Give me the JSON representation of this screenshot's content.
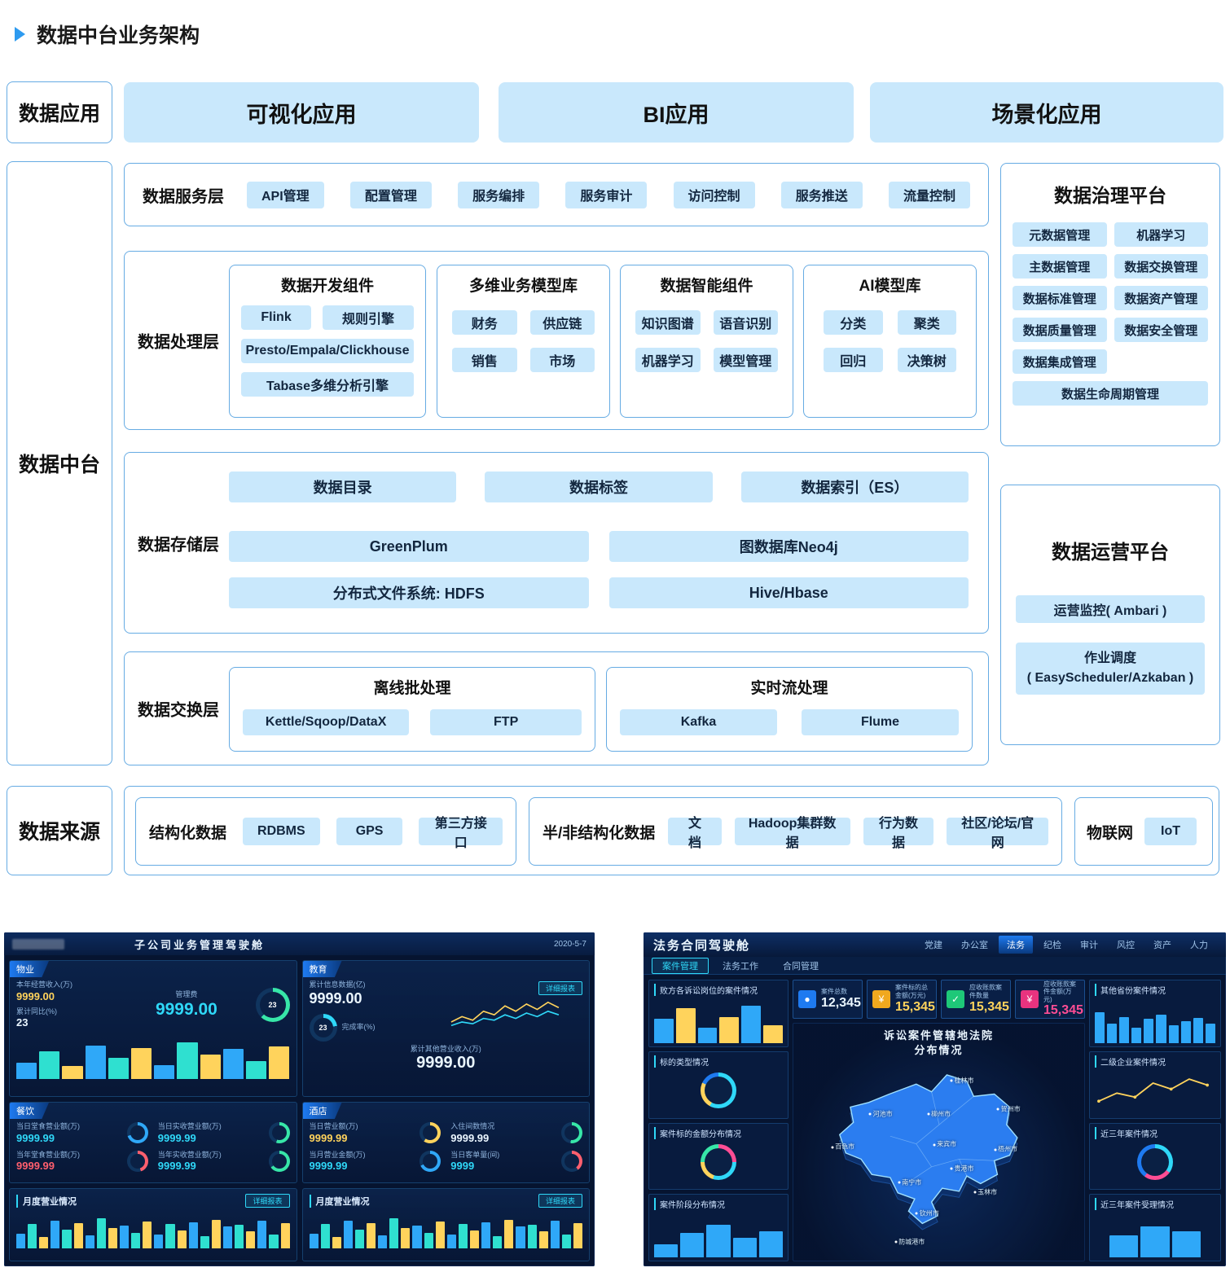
{
  "title": "数据中台业务架构",
  "app_row": {
    "label": "数据应用",
    "items": [
      "可视化应用",
      "BI应用",
      "场景化应用"
    ]
  },
  "platform": {
    "label": "数据中台",
    "service": {
      "label": "数据服务层",
      "items": [
        "API管理",
        "配置管理",
        "服务编排",
        "服务审计",
        "访问控制",
        "服务推送",
        "流量控制"
      ]
    },
    "governance": {
      "title": "数据治理平台",
      "items": [
        "元数据管理",
        "机器学习",
        "主数据管理",
        "数据交换管理",
        "数据标准管理",
        "数据资产管理",
        "数据质量管理",
        "数据安全管理",
        "数据集成管理",
        "数据生命周期管理"
      ]
    },
    "processing": {
      "label": "数据处理层",
      "dev": {
        "title": "数据开发组件",
        "items": [
          "Flink",
          "规则引擎",
          "Presto/Empala/Clickhouse",
          "Tabase多维分析引擎"
        ]
      },
      "model": {
        "title": "多维业务模型库",
        "items": [
          "财务",
          "供应链",
          "销售",
          "市场"
        ]
      },
      "intel": {
        "title": "数据智能组件",
        "items": [
          "知识图谱",
          "语音识别",
          "机器学习",
          "模型管理"
        ]
      },
      "ai": {
        "title": "AI模型库",
        "items": [
          "分类",
          "聚类",
          "回归",
          "决策树"
        ]
      }
    },
    "storage": {
      "label": "数据存储层",
      "row1": [
        "数据目录",
        "数据标签",
        "数据索引（ES）"
      ],
      "row2": [
        "GreenPlum",
        "图数据库Neo4j"
      ],
      "row3": [
        "分布式文件系统: HDFS",
        "Hive/Hbase"
      ]
    },
    "operations": {
      "title": "数据运营平台",
      "item1": "运营监控( Ambari )",
      "item2_line1": "作业调度",
      "item2_line2": "( EasyScheduler/Azkaban )"
    },
    "exchange": {
      "label": "数据交换层",
      "offline": {
        "title": "离线批处理",
        "items": [
          "Kettle/Sqoop/DataX",
          "FTP"
        ]
      },
      "realtime": {
        "title": "实时流处理",
        "items": [
          "Kafka",
          "Flume"
        ]
      }
    }
  },
  "sources": {
    "label": "数据来源",
    "structured": {
      "title": "结构化数据",
      "items": [
        "RDBMS",
        "GPS",
        "第三方接口"
      ]
    },
    "semi": {
      "title": "半/非结构化数据",
      "items": [
        "文档",
        "Hadoop集群数据",
        "行为数据",
        "社区/论坛/官网"
      ]
    },
    "iot": {
      "title": "物联网",
      "items": [
        "IoT"
      ]
    }
  },
  "dash_left": {
    "title": "子公司业务管理驾驶舱",
    "date": "2020-5-7",
    "property": {
      "badge": "物业",
      "m1_label": "本年经营收入(万)",
      "m1_value": "9999.00",
      "m2_label": "累计同比(%)",
      "m2_value": "23",
      "m3_label": "管理费",
      "m3_value": "9999.00",
      "gauge_value": "23",
      "bars": [
        35,
        60,
        28,
        72,
        45,
        66,
        30,
        78,
        52,
        64,
        38,
        70
      ]
    },
    "education": {
      "badge": "教育",
      "m1_label": "累计信息数据(亿)",
      "m1_value": "9999.00",
      "m2_label": "完成率(%)",
      "m2_value": "23",
      "m3_label": "累计其他营业收入(万)",
      "m3_value": "9999.00",
      "detail_btn": "详细报表"
    },
    "dining": {
      "badge": "餐饮",
      "rows": [
        {
          "label": "当日堂食营业额(万)",
          "value": "9999.99"
        },
        {
          "label": "当日实收营业额(万)",
          "value": "9999.99"
        },
        {
          "label": "当年堂食营业额(万)",
          "value": "9999.99"
        },
        {
          "label": "当年实收营业额(万)",
          "value": "9999.99"
        }
      ]
    },
    "hotel": {
      "badge": "酒店",
      "rows": [
        {
          "label": "当日营业额(万)",
          "value": "9999.99"
        },
        {
          "label": "入住间数情况",
          "value": "9999.99"
        },
        {
          "label": "当月营业金额(万)",
          "value": "9999.99"
        },
        {
          "label": "当日客单量(间)",
          "value": "9999"
        }
      ]
    },
    "monthly_title": "月度营业情况",
    "detail_btn": "详细报表",
    "month_bars": [
      40,
      65,
      30,
      75,
      50,
      68,
      35,
      80,
      55,
      60,
      42,
      72,
      38,
      66,
      48,
      70,
      33,
      76,
      58,
      62,
      45,
      74,
      36,
      68
    ]
  },
  "dash_right": {
    "title": "法务合同驾驶舱",
    "nav": [
      "党建",
      "办公室",
      "法务",
      "纪检",
      "审计",
      "风控",
      "资产",
      "人力"
    ],
    "tabs": [
      "案件管理",
      "法务工作",
      "合同管理"
    ],
    "kpis": [
      {
        "label": "案件总数",
        "value": "12,345"
      },
      {
        "label": "案件标的总金额(万元)",
        "value": "15,345"
      },
      {
        "label": "应收账款案件数量",
        "value": "15,345"
      },
      {
        "label": "应收账款案件金额(万元)",
        "value": "15,345"
      }
    ],
    "map_title_line1": "诉讼案件管辖地法院",
    "map_title_line2": "分布情况",
    "left_panels": [
      "败方各诉讼岗位的案件情况",
      "标的类型情况",
      "案件标的金额分布情况",
      "案件阶段分布情况"
    ],
    "right_panels": [
      "其他省份案件情况",
      "二级企业案件情况",
      "近三年案件情况",
      "近三年案件受理情况"
    ],
    "cities": [
      "桂林市",
      "河池市",
      "柳州市",
      "贺州市",
      "百色市",
      "来宾市",
      "梧州市",
      "南宁市",
      "贵港市",
      "玉林市",
      "钦州市",
      "防城港市"
    ],
    "charts": {
      "positions": [
        55,
        80,
        35,
        60,
        85,
        40
      ],
      "stages": [
        30,
        55,
        75,
        45,
        60
      ],
      "provinces": [
        70,
        45,
        60,
        35,
        55,
        65,
        40,
        50,
        58,
        44
      ],
      "years": [
        50,
        70,
        60
      ]
    }
  }
}
